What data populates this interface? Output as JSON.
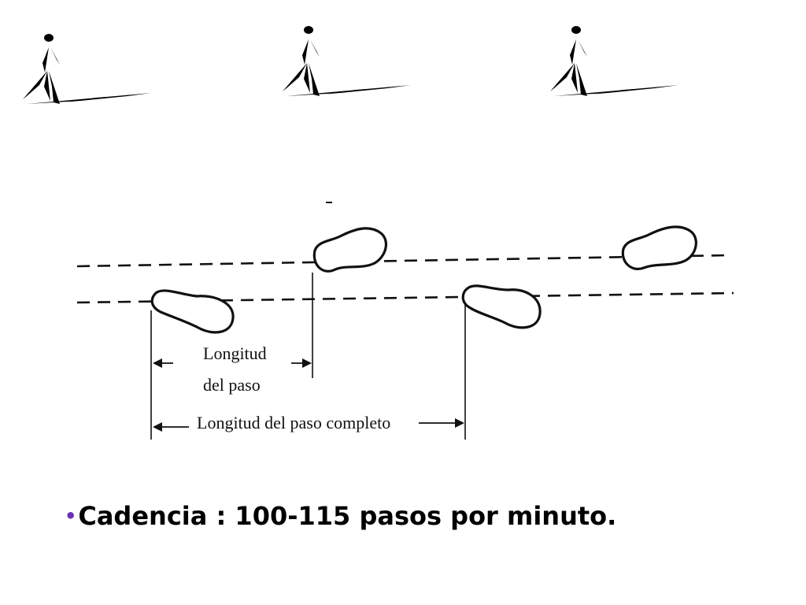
{
  "diagram": {
    "step_length_label_line1": "Longitud",
    "step_length_label_line2": "del paso",
    "stride_length_label": "Longitud del paso completo"
  },
  "bullet": {
    "marker": "•",
    "text": "Cadencia : 100-115 pasos por minuto."
  }
}
